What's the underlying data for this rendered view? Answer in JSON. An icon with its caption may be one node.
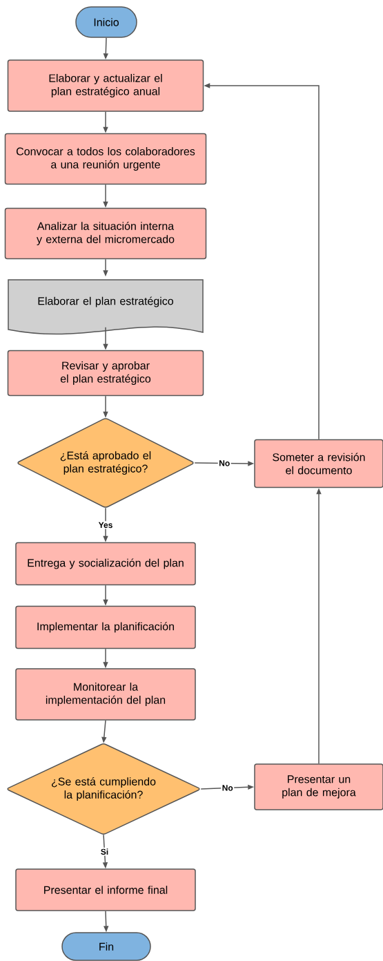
{
  "diagram": {
    "nodes": [
      {
        "text": [
          "Inicio"
        ]
      },
      {
        "text": [
          "Elaborar y actualizar el plan estratégico anual"
        ]
      },
      {
        "text": [
          "Convocar a todos los colaboradores a una reunión urgente"
        ]
      },
      {
        "text": [
          "Analizar la situación interna y externa del micromercado"
        ]
      },
      {
        "text": [
          "Elaborar el plan estratégico"
        ]
      },
      {
        "text": [
          "Revisar y aprobar el plan estratégico"
        ]
      },
      {
        "text": [
          "¿Está aprobado el plan estratégico?"
        ]
      },
      {
        "text": [
          "Someter a revisión el documento"
        ]
      },
      {
        "text": [
          "Entrega y socialización del plan"
        ]
      },
      {
        "text": [
          "Implementar la planificación"
        ]
      },
      {
        "text": [
          "Monitorear la implementación del plan"
        ]
      },
      {
        "text": [
          "¿Se está cumpliendo la planificación?"
        ]
      },
      {
        "text": [
          "Presentar un plan de mejora"
        ]
      },
      {
        "text": [
          "Presentar el informe final"
        ]
      },
      {
        "text": [
          "Fin"
        ]
      }
    ],
    "edges": [
      {
        "from": 0,
        "to": 1,
        "arrow": "to"
      },
      {
        "from": 1,
        "to": 2,
        "arrow": "to"
      },
      {
        "from": 2,
        "to": 3,
        "arrow": "to"
      },
      {
        "from": 3,
        "to": 4,
        "arrow": "to"
      },
      {
        "from": 4,
        "to": 5,
        "arrow": "to"
      },
      {
        "from": 5,
        "to": 6,
        "arrow": "to"
      },
      {
        "from": 6,
        "to": 7,
        "arrow": "to",
        "label": "No"
      },
      {
        "from": 7,
        "to": 1,
        "arrow": "to"
      },
      {
        "from": 6,
        "to": 8,
        "arrow": "to",
        "label": "Yes"
      },
      {
        "from": 8,
        "to": 9,
        "arrow": "to"
      },
      {
        "from": 9,
        "to": 10,
        "arrow": "to"
      },
      {
        "from": 10,
        "to": 11,
        "arrow": "to"
      },
      {
        "from": 11,
        "to": 12,
        "arrow": "to",
        "label": "No"
      },
      {
        "from": 12,
        "to": 7,
        "arrow": "to"
      },
      {
        "from": 11,
        "to": 13,
        "arrow": "to",
        "label": "Si"
      },
      {
        "from": 13,
        "to": 14,
        "arrow": "to"
      }
    ]
  }
}
